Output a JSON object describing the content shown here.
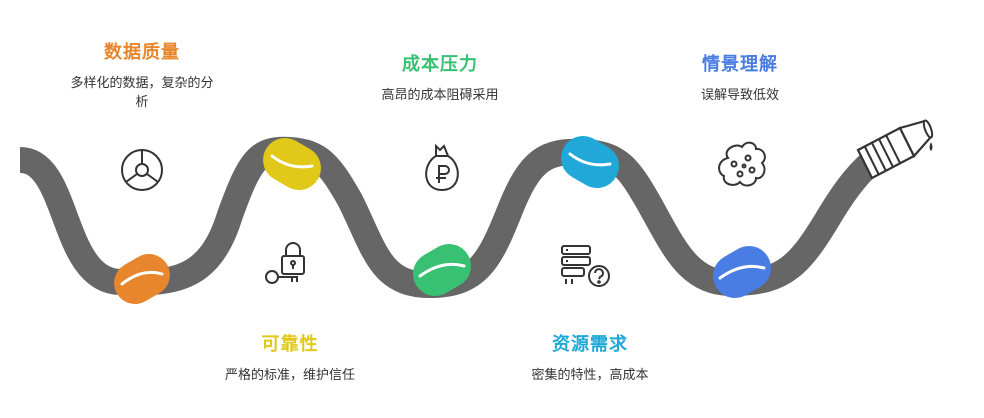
{
  "items": [
    {
      "title": "数据质量",
      "desc": "多样化的数据，复杂的分析",
      "color": "#E8862E",
      "icon": "pie-chart-icon"
    },
    {
      "title": "可靠性",
      "desc": "严格的标准，维护信任",
      "color": "#E2C919",
      "icon": "lock-key-icon"
    },
    {
      "title": "成本压力",
      "desc": "高昂的成本阻碍采用",
      "color": "#38C172",
      "icon": "money-bag-icon"
    },
    {
      "title": "资源需求",
      "desc": "密集的特性，高成本",
      "color": "#1FA8D8",
      "icon": "server-question-icon"
    },
    {
      "title": "情景理解",
      "desc": "误解导致低效",
      "color": "#4A7DE3",
      "icon": "brain-icon"
    }
  ],
  "hose_color": "#666666"
}
